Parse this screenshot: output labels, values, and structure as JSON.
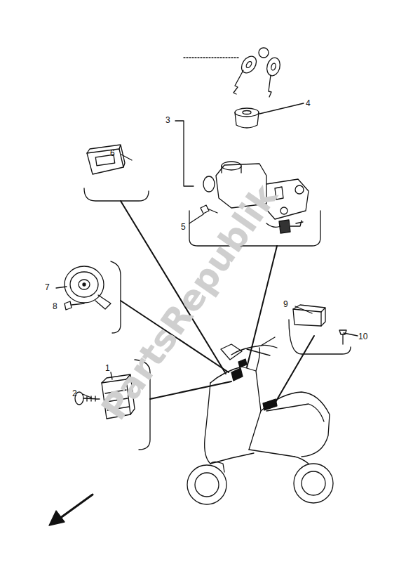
{
  "diagram": {
    "labels": [
      "3",
      "4",
      "6",
      "5",
      "7",
      "8",
      "9",
      "10",
      "1",
      "2",
      "PartsRepublik"
    ]
  }
}
